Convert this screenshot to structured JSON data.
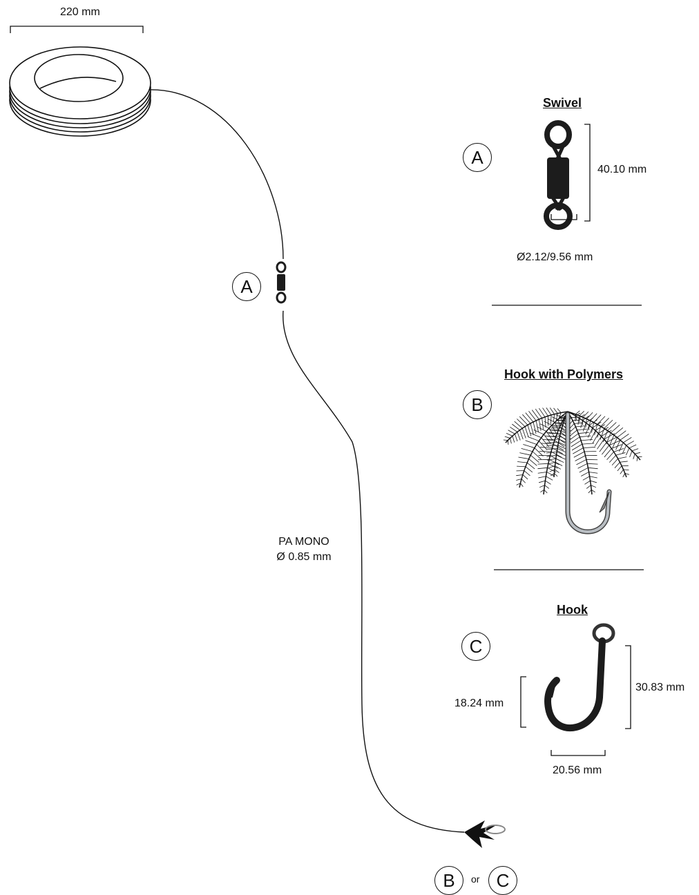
{
  "spool": {
    "width_label": "220 mm"
  },
  "line": {
    "material": "PA MONO",
    "diameter": "Ø 0.85 mm"
  },
  "markers": {
    "a": "A",
    "b": "B",
    "c": "C",
    "or": "or"
  },
  "swivel": {
    "title": "Swivel",
    "length": "40.10 mm",
    "diameter": "Ø2.12/9.56 mm"
  },
  "hook_polymers": {
    "title": "Hook with Polymers"
  },
  "hook": {
    "title": "Hook",
    "length": "30.83 mm",
    "gap": "18.24 mm",
    "width": "20.56 mm"
  },
  "colors": {
    "ink": "#111111",
    "hook_steel": "#9ea3a8",
    "swivel_black": "#1c1c1c"
  }
}
